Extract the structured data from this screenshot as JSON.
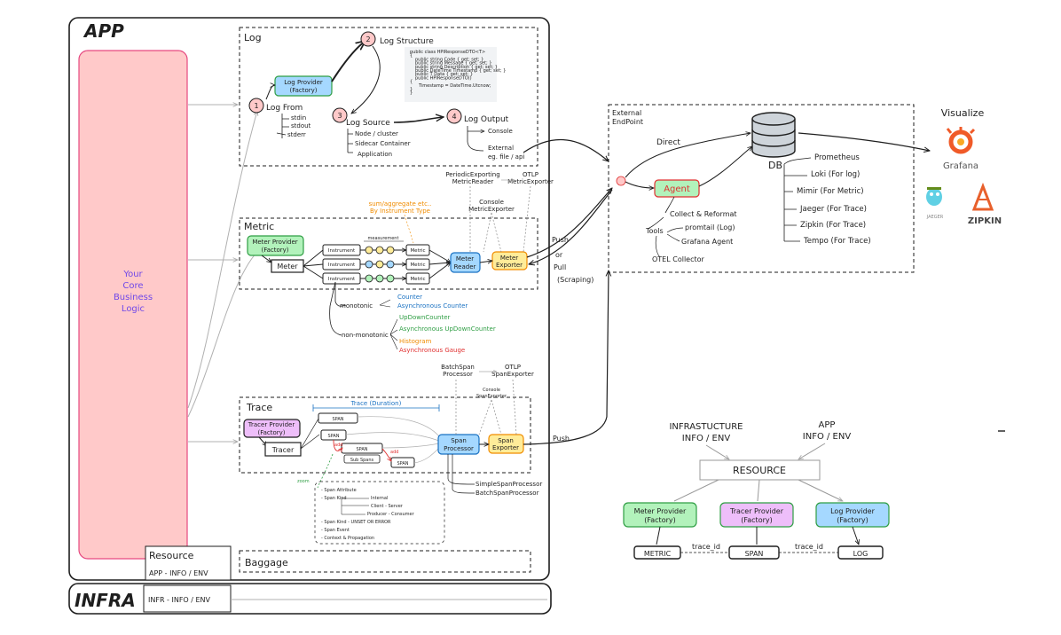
{
  "app": {
    "title": "APP",
    "core_logic": [
      "Your",
      "Core",
      "Business",
      "Logic"
    ]
  },
  "infra": {
    "title": "INFRA",
    "resource_label": "INFR - INFO / ENV"
  },
  "resource_box": {
    "title": "Resource",
    "value": "APP - INFO / ENV"
  },
  "baggage": {
    "title": "Baggage"
  },
  "log": {
    "title": "Log",
    "provider": [
      "Log Provider",
      "(Factory)"
    ],
    "step1": "1",
    "from_label": "Log From",
    "from_items": [
      "stdin",
      "stdout",
      "stderr"
    ],
    "step2": "2",
    "structure_label": "Log Structure",
    "code_lines": [
      "public class HPIResponseDTO<T>",
      "{",
      "public string Code { get; set; }",
      "public string Message { get; set; }",
      "public string Description { get; set; }",
      "public DateTime Timestamp { get; set; }",
      "public T Data { get; set; }",
      "",
      "public HPIResponseDTO()",
      "{",
      "Timestamp = DateTime.Utcnow;",
      "}",
      "}"
    ],
    "step3": "3",
    "source_label": "Log Source",
    "source_items": [
      "Node / cluster",
      "Sidecar Container",
      "Application"
    ],
    "step4": "4",
    "output_label": "Log Output",
    "output_items": [
      "Console",
      "External",
      "eg. file / api"
    ]
  },
  "metric": {
    "title": "Metric",
    "provider": [
      "Meter Provider",
      "(Factory)"
    ],
    "meter": "Meter",
    "instrument": "Instrument",
    "metric_label": "Metric",
    "measurement": "measurement",
    "aggregate_note": [
      "sum/aggregate etc..",
      "By Instrument Type"
    ],
    "reader": [
      "Meter",
      "Reader"
    ],
    "exporter": [
      "Meter",
      "Exporter"
    ],
    "periodic_reader": [
      "PeriodicExporting",
      "MetricReader"
    ],
    "otlp_exporter": [
      "OTLP",
      "MetricExporter"
    ],
    "console_exporter": [
      "Console",
      "MetricExporter"
    ],
    "monotonic": "monotonic",
    "monotonic_items": [
      {
        "text": "Counter",
        "color": "#1971c2"
      },
      {
        "text": "Asynchronous Counter",
        "color": "#1971c2"
      }
    ],
    "non_monotonic": "non-monotonic",
    "non_monotonic_items": [
      {
        "text": "UpDownCounter",
        "color": "#2f9e44"
      },
      {
        "text": "Asynchronous UpDownCounter",
        "color": "#2f9e44"
      },
      {
        "text": "Histogram",
        "color": "#f08c00"
      },
      {
        "text": "Asynchronous Gauge",
        "color": "#e03131"
      }
    ]
  },
  "trace": {
    "title": "Trace",
    "duration": "Trace (Duration)",
    "provider": [
      "Tracer Provider",
      "(Factory)"
    ],
    "tracer": "Tracer",
    "span": "SPAN",
    "sub_spans": "Sub Spans",
    "add": "add",
    "processor": [
      "Span",
      "Processor"
    ],
    "exporter": [
      "Span",
      "Exporter"
    ],
    "batch_processor": [
      "BatchSpan",
      "Processor"
    ],
    "otlp_exporter": [
      "OTLP",
      "SpanExporter"
    ],
    "console_exporter": [
      "Console",
      "SpanExporter"
    ],
    "simple_processor": "SimpleSpanProcessor",
    "batch_span_processor": "BatchSpanProcessor",
    "zoom": "zoom",
    "details": [
      "- Span Attribute",
      "- Span Kind",
      "Internal",
      "Client - Server",
      "Producer - Consumer",
      "- Span Kind - UNSET OR ERROR",
      "- Span Event",
      "- Context & Propagation"
    ]
  },
  "external": {
    "title": [
      "External",
      "EndPoint"
    ],
    "direct": "Direct",
    "agent": "Agent",
    "collect": "Collect & Reformat",
    "tools": "Tools",
    "promtail": "promtail (Log)",
    "grafana_agent": "Grafana Agent",
    "otel": "OTEL Collector",
    "db": "DB",
    "db_items": [
      "Prometheus",
      "Loki (For log)",
      "Mimir (For Metric)",
      "Jaeger (For Trace)",
      "Zipkin  (For Trace)",
      "Tempo (For Trace)"
    ],
    "push_or_pull": [
      "Push",
      "or",
      "Pull",
      "(Scraping)"
    ],
    "push": "Push"
  },
  "visualize": {
    "title": "Visualize",
    "grafana": "Grafana",
    "jaeger": "JAEGER",
    "zipkin": "ZIPKIN"
  },
  "resource_diagram": {
    "infra": [
      "INFRASTUCTURE",
      "INFO / ENV"
    ],
    "app": [
      "APP",
      "INFO / ENV"
    ],
    "resource": "RESOURCE",
    "meter_provider": [
      "Meter Provider",
      "(Factory)"
    ],
    "tracer_provider": [
      "Tracer Provider",
      "(Factory)"
    ],
    "log_provider": [
      "Log Provider",
      "(Factory)"
    ],
    "metric": "METRIC",
    "span": "SPAN",
    "log": "LOG",
    "trace_id": "trace_id"
  },
  "colors": {
    "core": "#ffc9c9",
    "green": "#b2f2bb",
    "blue": "#a5d8ff",
    "yellow": "#ffec99",
    "purple": "#eebefa",
    "step": "#ffc9c9"
  }
}
